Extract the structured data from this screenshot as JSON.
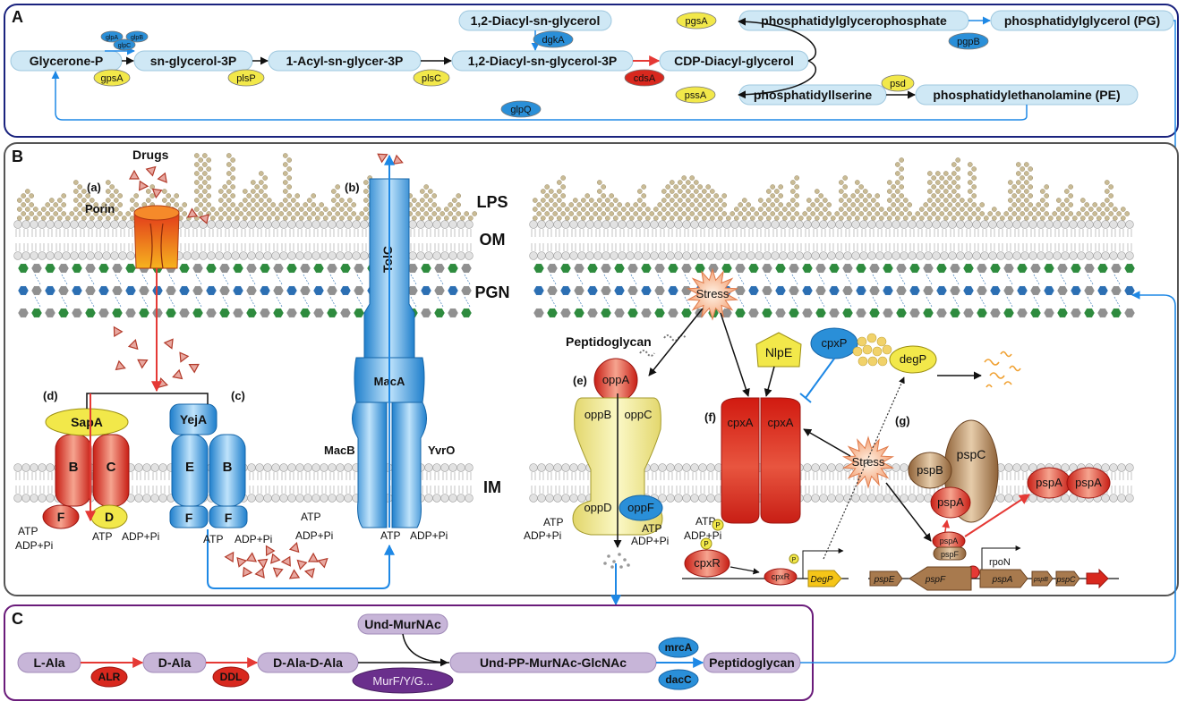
{
  "panels": {
    "a": "A",
    "b": "B",
    "c": "C"
  },
  "panel_a": {
    "glycerone_p": "Glycerone-P",
    "sn_glycerol_3p": "sn-glycerol-3P",
    "acyl_sn_glycer_3p": "1-Acyl-sn-glycer-3P",
    "diacyl_sn_glycerol_3p": "1,2-Diacyl-sn-glycerol-3P",
    "diacyl_sn_glycerol": "1,2-Diacyl-sn-glycerol",
    "cdp_diacyl_glycerol": "CDP-Diacyl-glycerol",
    "phosphatidylglycerophosphate": "phosphatidylglycerophosphate",
    "phosphatidylglycerol": "phosphatidylglycerol (PG)",
    "phosphatidylserine": "phosphatidyllserine",
    "phosphatidylethanolamine": "phosphatidylethanolamine (PE)",
    "enzymes": {
      "glpa": "glpA",
      "glpb": "glpB",
      "glpc": "glpC",
      "gpsa": "gpsA",
      "plsp": "plsP",
      "plsc": "plsC",
      "dgka": "dgkA",
      "cdsa": "cdsA",
      "pgsa": "pgsA",
      "pgpb": "pgpB",
      "pssa": "pssA",
      "psd": "psd",
      "glpq": "glpQ"
    }
  },
  "panel_b": {
    "layers": {
      "lps": "LPS",
      "om": "OM",
      "pgn": "PGN",
      "im": "IM"
    },
    "drugs": "Drugs",
    "porin": "Porin",
    "sub_a": "(a)",
    "sub_b": "(b)",
    "sub_c": "(c)",
    "sub_d": "(d)",
    "sub_e": "(e)",
    "sub_f": "(f)",
    "sub_g": "(g)",
    "tolc": "TolC",
    "maca": "MacA",
    "macb": "MacB",
    "yvro": "YvrO",
    "sapa": "SapA",
    "sap_b": "B",
    "sap_c": "C",
    "sap_f": "F",
    "sap_d": "D",
    "yeja": "YejA",
    "yej_e": "E",
    "yej_b": "B",
    "yej_f1": "F",
    "yej_f2": "F",
    "atp": "ATP",
    "adp_pi": "ADP+Pi",
    "peptidoglycan": "Peptidoglycan",
    "oppa": "oppA",
    "oppb": "oppB",
    "oppc": "oppC",
    "oppd": "oppD",
    "oppf": "oppF",
    "stress": "Stress",
    "nlpe": "NlpE",
    "cpxp": "cpxP",
    "degp": "degP",
    "cpxa": "cpxA",
    "cpxr": "cpxR",
    "p": "P",
    "degp_gene": "DegP",
    "pspb": "pspB",
    "pspc": "pspC",
    "pspa": "pspA",
    "pspf": "pspF",
    "rpon": "rpoN",
    "genes": {
      "pspe": "pspE",
      "pspf": "pspF",
      "pspa": "pspA",
      "pspb": "pspB",
      "pspc": "pspC"
    }
  },
  "panel_c": {
    "l_ala": "L-Ala",
    "alr": "ALR",
    "d_ala": "D-Ala",
    "ddl": "DDL",
    "d_ala_d_ala": "D-Ala-D-Ala",
    "und_murnac": "Und-MurNAc",
    "murf": "MurF/Y/G...",
    "und_pp": "Und-PP-MurNAc-GlcNAc",
    "mrca": "mrcA",
    "dacc": "dacC",
    "peptidoglycan": "Peptidoglycan"
  },
  "colors": {
    "navy_frame": "#1a237e",
    "grey_frame": "#555555",
    "purple_frame": "#6a1b7a",
    "metabolite": "#cfe8f5",
    "yellow_enzyme": "#f2e84a",
    "blue_enzyme": "#2a8fd8",
    "red_enzyme": "#d8281e",
    "red_arrow": "#e53935",
    "blue_arrow": "#1e88e5",
    "lipid_head": "#d8d8d8",
    "lps_bead": "#c9bb95",
    "pgn_green": "#2e8b3e",
    "pgn_blue": "#2c6fb3",
    "pgn_grey": "#909090",
    "c_box": "#c7b5d8",
    "murf": "#6a2f8c",
    "psp_brown": "#a87a4e"
  }
}
